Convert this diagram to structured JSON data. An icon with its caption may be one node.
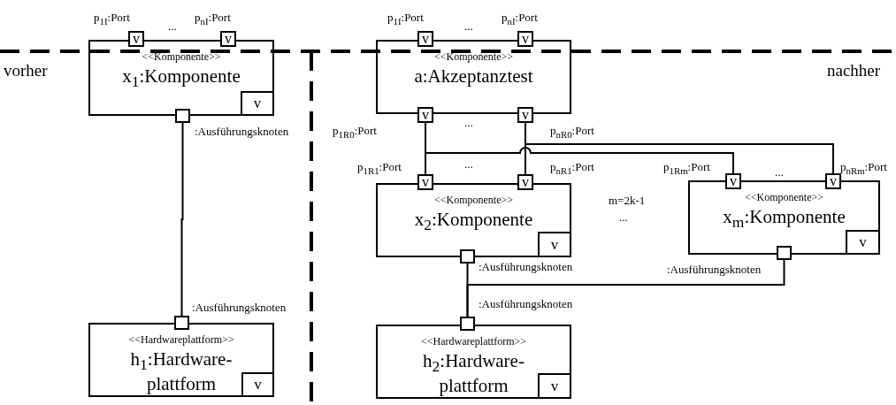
{
  "diagram": {
    "nodes": [
      {
        "text": [
          "<<Komponente>>",
          "x$_{1}$:Komponente"
        ]
      },
      {
        "text": [
          "v"
        ],
        "in": 0,
        "beside": [
          "p$_{1I}$:Port"
        ]
      },
      {
        "text": [
          "v"
        ],
        "in": 0,
        "beside": [
          "p$_{nI}$:Port"
        ]
      },
      {
        "text": [
          "v"
        ],
        "in": 0
      },
      {
        "text": [],
        "shape": "box",
        "in": 0,
        "beside": [
          ":Ausführungsknoten"
        ]
      },
      {
        "text": [
          "<<Hardwareplattform>>",
          "h$_{1}$:Hardware- plattform"
        ]
      },
      {
        "text": [],
        "shape": "box",
        "in": 5,
        "beside": [
          ":Ausführungsknoten"
        ]
      },
      {
        "text": [
          "v"
        ],
        "in": 5
      },
      {
        "text": [
          "<<Komponente>>",
          "a:Akzeptanztest"
        ]
      },
      {
        "text": [
          "v"
        ],
        "in": 8,
        "beside": [
          "p$_{1I}$:Port"
        ]
      },
      {
        "text": [
          "v"
        ],
        "in": 8,
        "beside": [
          "p$_{nI}$:Port"
        ]
      },
      {
        "text": [
          "v"
        ],
        "in": 8,
        "beside": [
          "p$_{1R0}$:Port"
        ]
      },
      {
        "text": [
          "v"
        ],
        "in": 8,
        "beside": [
          "p$_{nR0}$:Port"
        ]
      },
      {
        "text": [
          "<<Komponente>>",
          "x$_{2}$:Komponente"
        ]
      },
      {
        "text": [
          "v"
        ],
        "in": 13,
        "beside": [
          "p$_{1R1}$:Port"
        ]
      },
      {
        "text": [
          "v"
        ],
        "in": 13,
        "beside": [
          "p$_{nR1}$:Port"
        ]
      },
      {
        "text": [
          "v"
        ],
        "in": 13
      },
      {
        "text": [],
        "shape": "box",
        "in": 13,
        "beside": [
          ":Ausführungsknoten"
        ]
      },
      {
        "text": [
          "<<Komponente>>",
          "x$_{m}$:Komponente"
        ]
      },
      {
        "text": [
          "v"
        ],
        "in": 18,
        "beside": [
          "p$_{1Rm}$:Port"
        ]
      },
      {
        "text": [
          "v"
        ],
        "in": 18,
        "beside": [
          "p$_{nRm}$:Port"
        ]
      },
      {
        "text": [
          "v"
        ],
        "in": 18
      },
      {
        "text": [],
        "shape": "box",
        "in": 18,
        "beside": [
          ":Ausführungsknoten"
        ]
      },
      {
        "text": [
          "<<Hardwareplattform>>",
          "h$_{2}$:Hardware- plattform"
        ]
      },
      {
        "text": [],
        "shape": "box",
        "in": 23,
        "beside": [
          ":Ausführungsknoten"
        ]
      },
      {
        "text": [
          "v"
        ],
        "in": 23
      }
    ],
    "edges": [
      {
        "from": 4,
        "to": 6,
        "arrow": "none"
      },
      {
        "from": 11,
        "to": 14,
        "arrow": "none"
      },
      {
        "from": 11,
        "to": 19,
        "arrow": "none"
      },
      {
        "from": 12,
        "to": 15,
        "arrow": "none"
      },
      {
        "from": 12,
        "to": 20,
        "arrow": "none"
      },
      {
        "from": 17,
        "to": 24,
        "arrow": "none"
      },
      {
        "from": 22,
        "to": 24,
        "arrow": "none"
      }
    ],
    "labels": [
      "...",
      "...",
      "vorher",
      "nachher",
      "...",
      "...",
      "...",
      "m=2k-1",
      "..."
    ]
  }
}
